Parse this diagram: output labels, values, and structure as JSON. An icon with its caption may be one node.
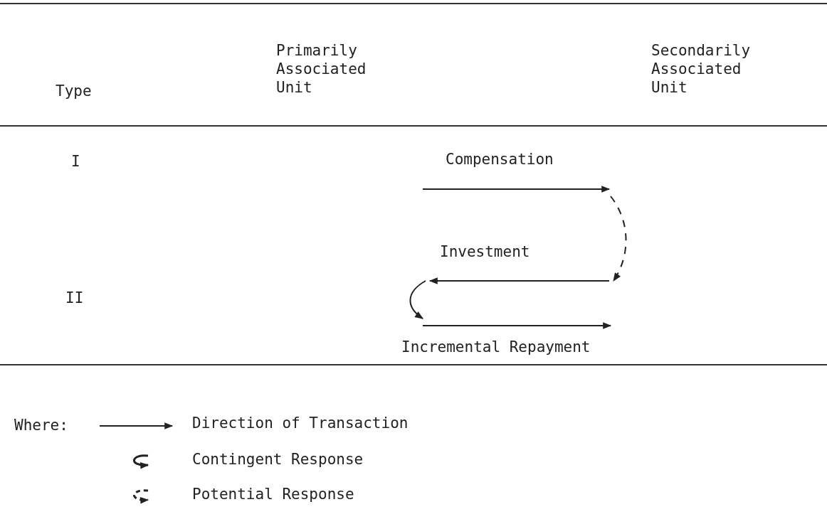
{
  "diagram": {
    "nodes": [
      {
        "text": [
          "Compensation"
        ]
      },
      {
        "text": [
          "Investment"
        ]
      },
      {
        "text": [
          "Incremental Repayment"
        ]
      }
    ],
    "edges": [
      {
        "from": 0,
        "to": 1,
        "arrow": "to",
        "style": "dashed"
      },
      {
        "from": 1,
        "to": 2,
        "arrow": "to"
      }
    ],
    "labels": [
      "Type",
      "Primarily Associated Unit",
      "Secondarily Associated Unit",
      "I",
      "II",
      "Where:"
    ],
    "legend": [
      {
        "text": "Direction of Transaction"
      },
      {
        "text": "Contingent Response"
      },
      {
        "text": "Potential Response"
      }
    ]
  }
}
